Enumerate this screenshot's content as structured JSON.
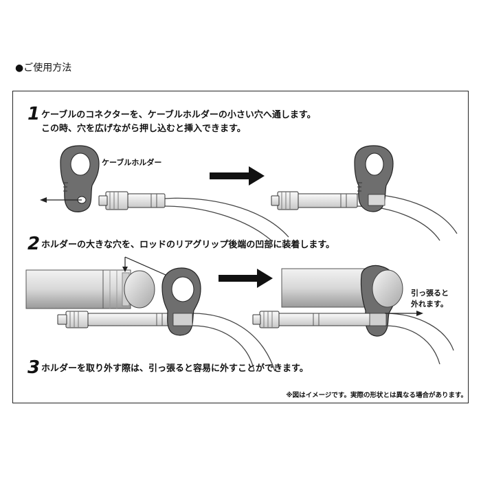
{
  "heading": "●ご使用方法",
  "steps": [
    {
      "num": "1",
      "lines": [
        "ケーブルのコネクターを、ケーブルホルダーの小さい穴へ通します。",
        "この時、穴を広げながら押し込むと挿入できます。"
      ]
    },
    {
      "num": "2",
      "lines": [
        "ホルダーの大きな穴を、ロッドのリアグリップ後端の凹部に装着します。"
      ]
    },
    {
      "num": "3",
      "lines": [
        "ホルダーを取り外す際は、引っ張ると容易に外すことができます。"
      ]
    }
  ],
  "labels": {
    "cable_holder": "ケーブルホルダー",
    "pull_line1": "引っ張ると",
    "pull_line2": "外れます。"
  },
  "note": "※図はイメージです。実際の形状とは異なる場合があります。"
}
